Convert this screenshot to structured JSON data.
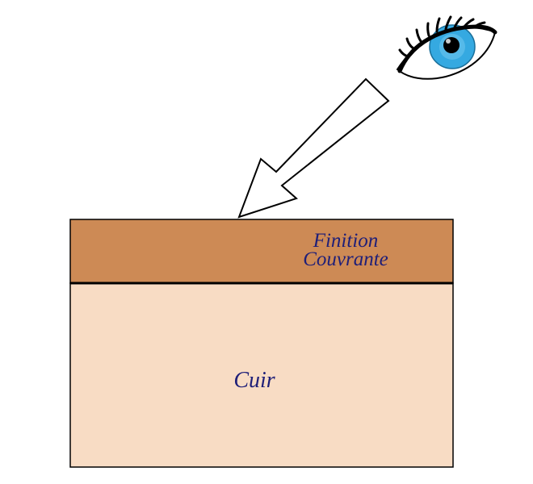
{
  "layers": {
    "finish": {
      "line1": "Finition",
      "line2": "Couvrante",
      "color": "#cd8a55"
    },
    "leather": {
      "label": "Cuir",
      "color": "#f8dcc4"
    }
  },
  "colors": {
    "label_text": "#1f1f78",
    "iris": "#35a9e1",
    "outline": "#000000"
  },
  "icons": {
    "eye": "eye-icon",
    "arrow": "arrow-icon"
  }
}
